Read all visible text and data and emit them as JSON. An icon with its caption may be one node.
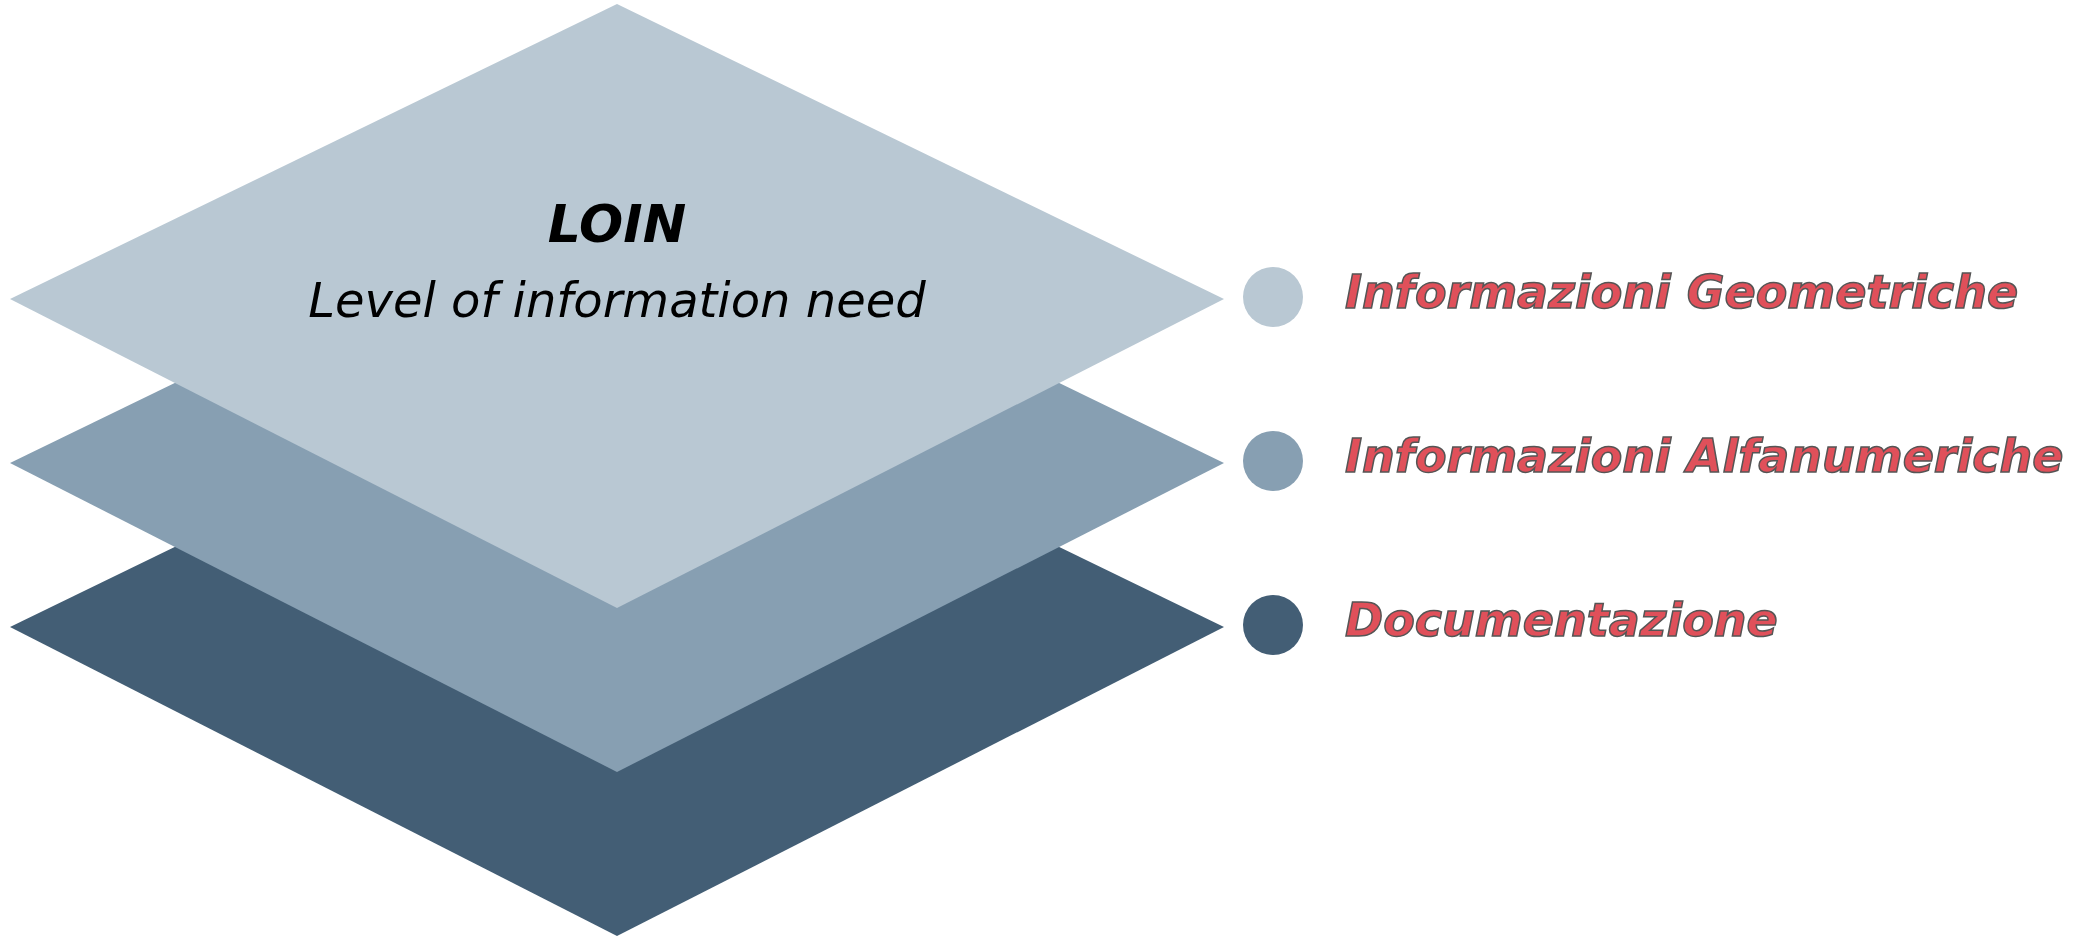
{
  "diagram": {
    "nodes": [
      {
        "text": [
          "LOIN",
          "Level of information need"
        ]
      },
      {
        "text": [],
        "shape": "diamond"
      },
      {
        "text": [],
        "shape": "diamond"
      }
    ],
    "legend": [
      {
        "text": "Informazioni Geometriche",
        "color": "#b9c8d3"
      },
      {
        "text": "Informazioni Alfanumeriche",
        "color": "#879fb2"
      },
      {
        "text": "Documentazione",
        "color": "#435e75"
      }
    ]
  }
}
